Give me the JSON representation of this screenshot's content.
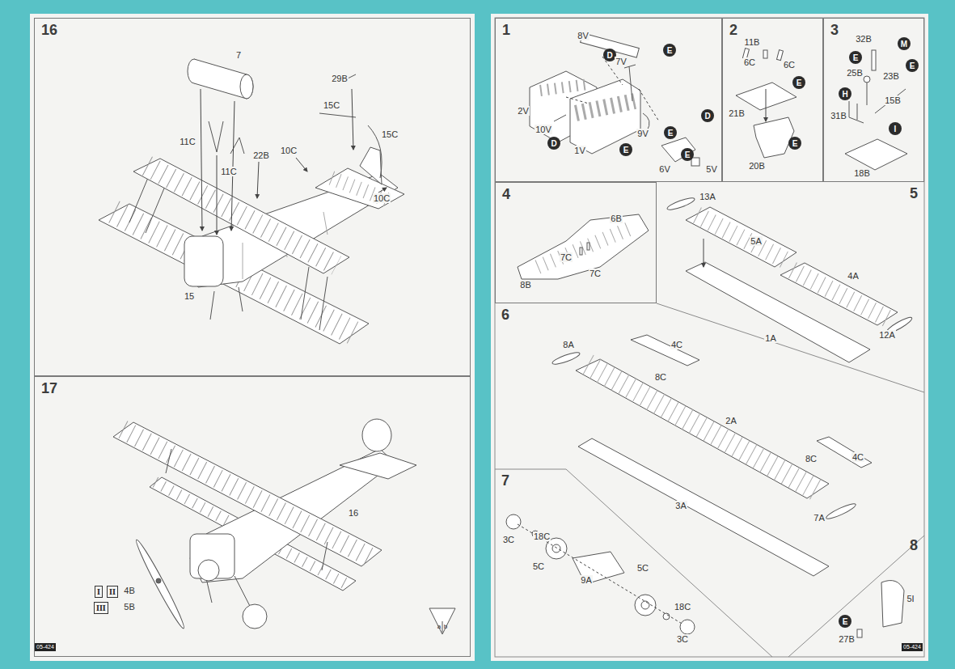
{
  "diagram": {
    "nodes": [
      {
        "text": [
          "16"
        ]
      },
      {
        "text": [
          "17"
        ]
      },
      {
        "text": [
          "I"
        ],
        "in": 1
      },
      {
        "text": [
          "II"
        ],
        "in": 1
      },
      {
        "text": [
          "III"
        ],
        "in": 1
      },
      {
        "text": [
          "1"
        ]
      },
      {
        "text": [
          "D"
        ],
        "in": 5
      },
      {
        "text": [
          "E"
        ],
        "in": 5
      },
      {
        "text": [
          "D"
        ],
        "in": 5
      },
      {
        "text": [
          "E"
        ],
        "in": 5
      },
      {
        "text": [
          "E"
        ],
        "in": 5
      },
      {
        "text": [
          "D"
        ],
        "in": 5
      },
      {
        "text": [
          "E"
        ],
        "in": 5
      },
      {
        "text": [
          "2"
        ]
      },
      {
        "text": [
          "E"
        ],
        "in": 13
      },
      {
        "text": [
          "E"
        ],
        "in": 13
      },
      {
        "text": [
          "3"
        ]
      },
      {
        "text": [
          "M"
        ],
        "in": 16
      },
      {
        "text": [
          "E"
        ],
        "in": 16
      },
      {
        "text": [
          "E"
        ],
        "in": 16
      },
      {
        "text": [
          "H"
        ],
        "in": 16
      },
      {
        "text": [
          "I"
        ],
        "in": 16
      },
      {
        "text": [
          "4"
        ]
      },
      {
        "text": [
          "5"
        ]
      },
      {
        "text": [
          "6"
        ]
      },
      {
        "text": [
          "7"
        ]
      },
      {
        "text": [
          "8"
        ]
      },
      {
        "text": [
          "E"
        ],
        "in": 26
      }
    ],
    "labels": [
      "7",
      "11C",
      "11C",
      "22B",
      "10C",
      "15C",
      "29B",
      "15C",
      "10C",
      "15",
      "16",
      "4B",
      "5B",
      "a",
      "b",
      "05-424",
      "8V",
      "7V",
      "2V",
      "10V",
      "1V",
      "9V",
      "6V",
      "5V",
      "11B",
      "6C",
      "6C",
      "21B",
      "20B",
      "32B",
      "25B",
      "23B",
      "15B",
      "31B",
      "18B",
      "6B",
      "7C",
      "7C",
      "8B",
      "13A",
      "5A",
      "4A",
      "12A",
      "1A",
      "8A",
      "4C",
      "8C",
      "2A",
      "8C",
      "4C",
      "7A",
      "3A",
      "3C",
      "18C",
      "5C",
      "9A",
      "5C",
      "18C",
      "3C",
      "27B",
      "5I",
      "05-424"
    ]
  }
}
